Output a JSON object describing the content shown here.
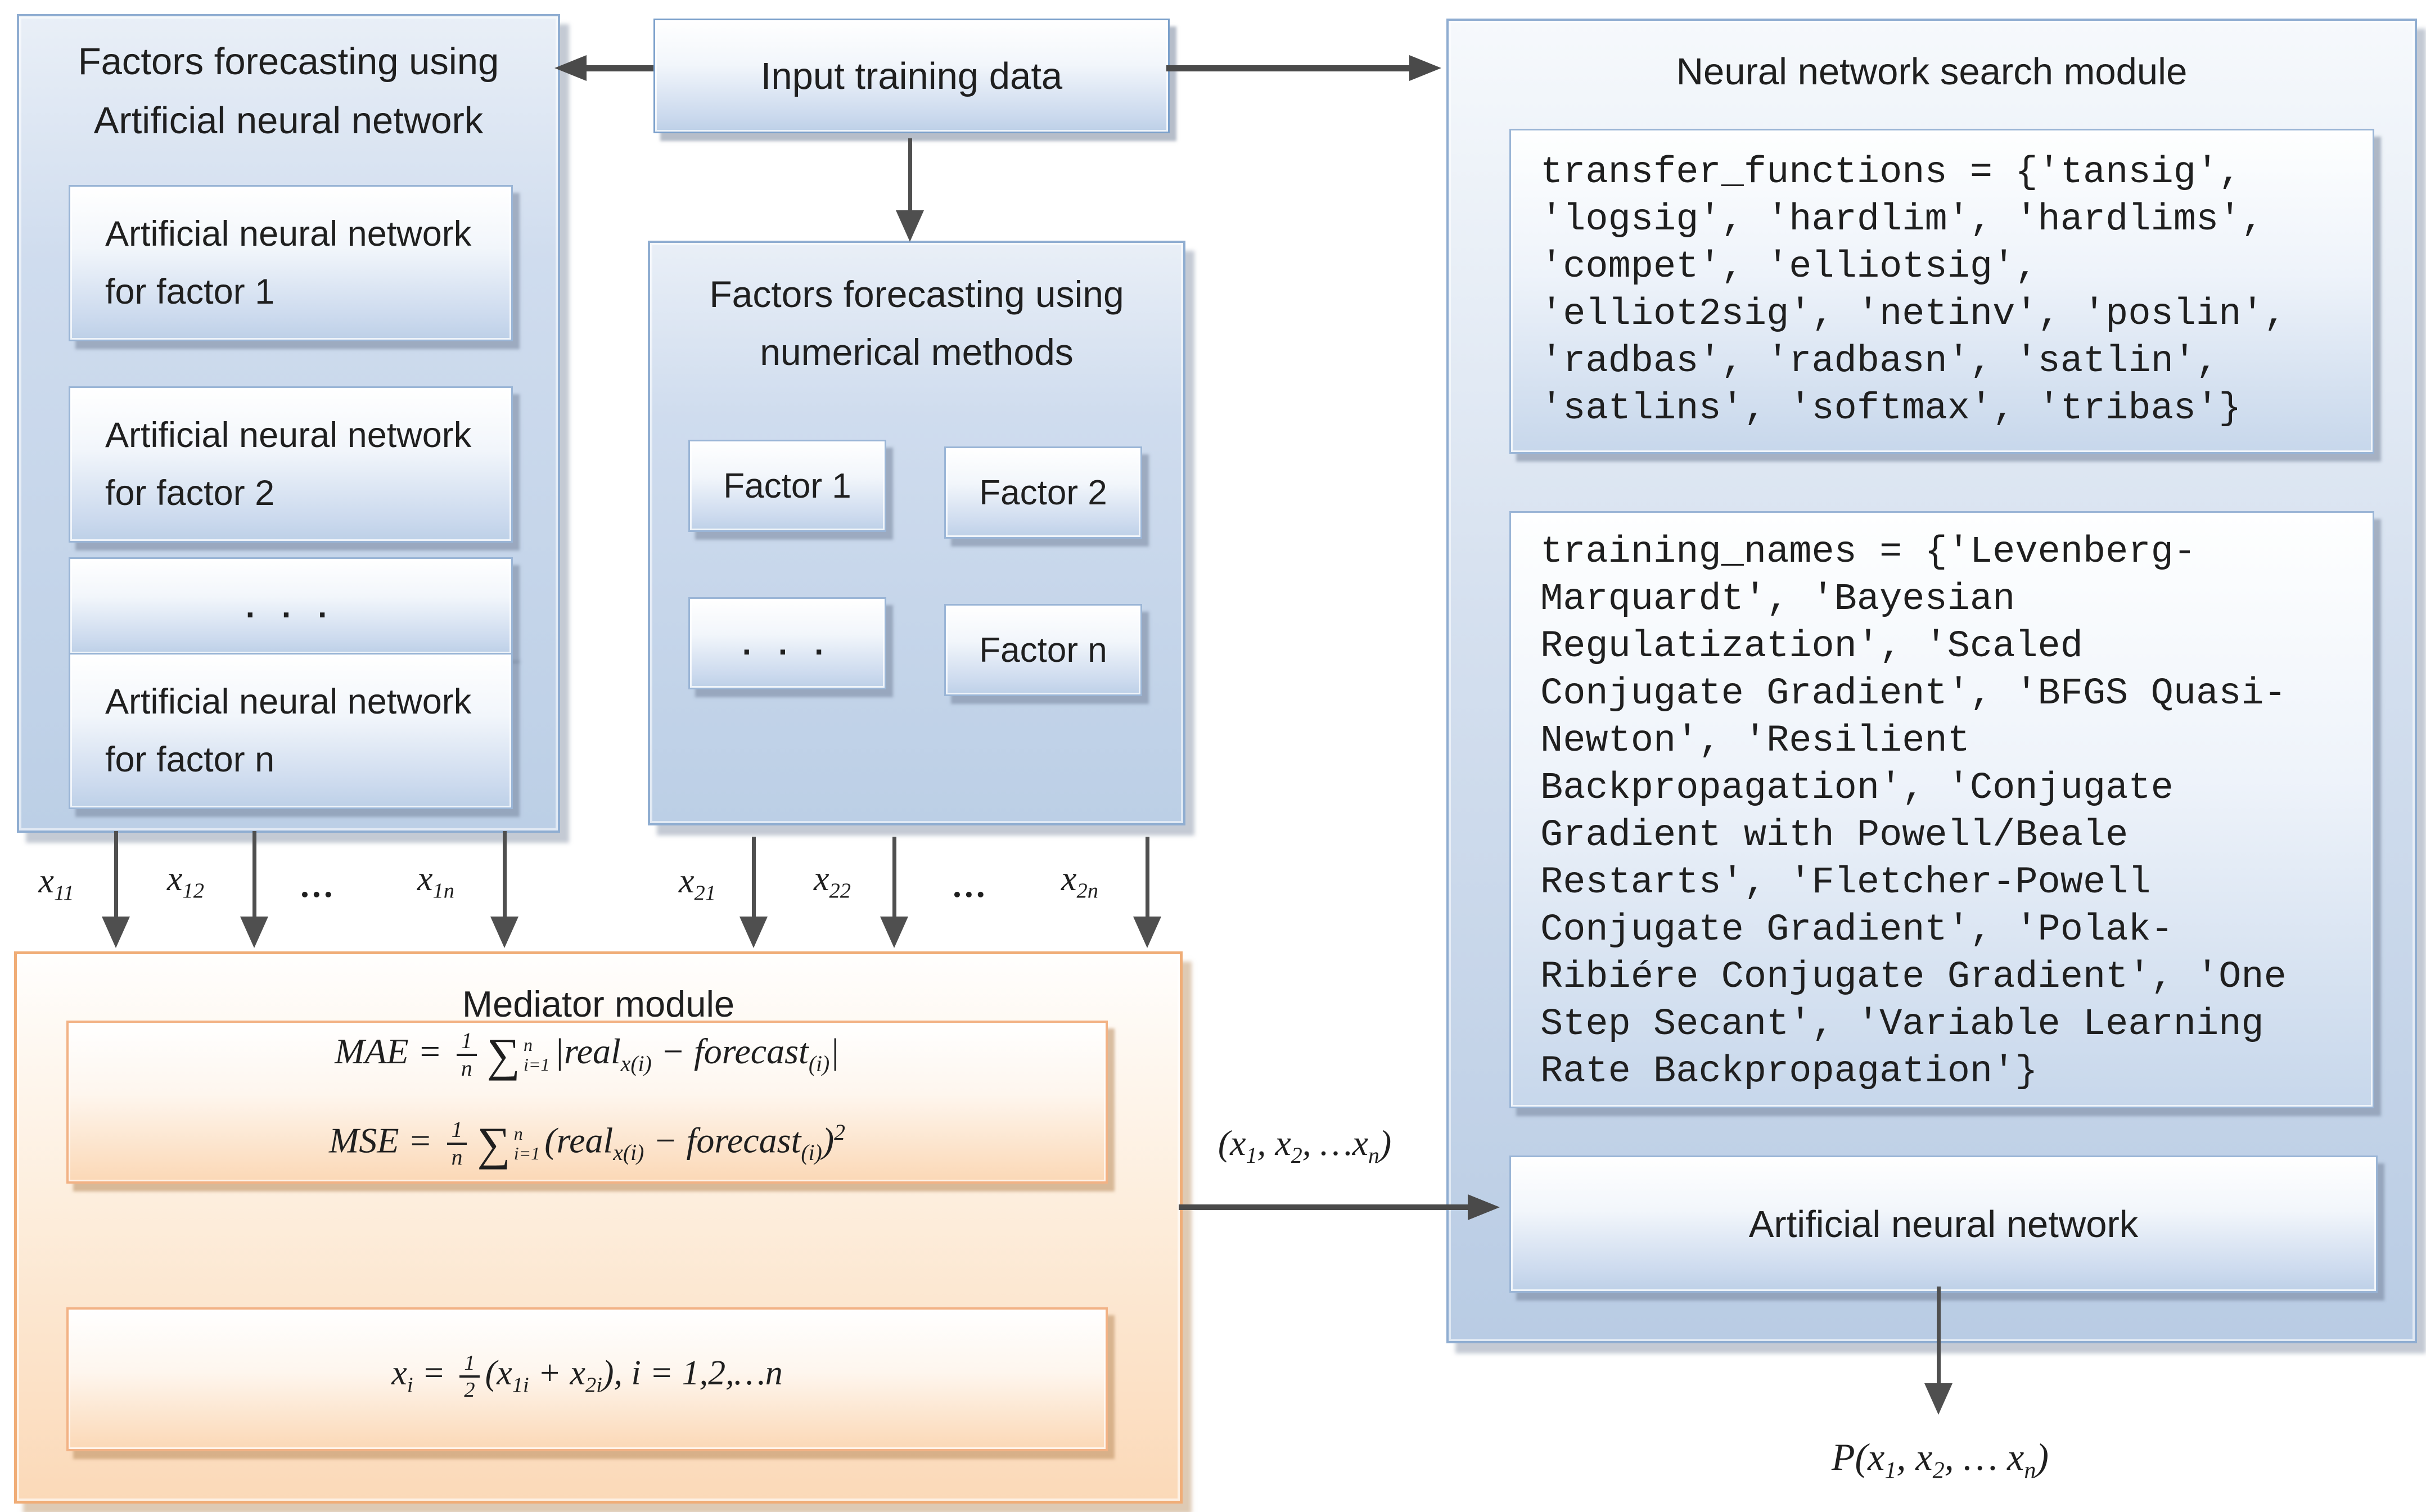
{
  "left_module": {
    "title_line1": "Factors forecasting using",
    "title_line2": "Artificial neural network",
    "boxes": [
      "Artificial neural network for factor 1",
      "Artificial neural network for factor 2",
      ". . .",
      "Artificial neural network for factor n"
    ]
  },
  "input_box": {
    "label": "Input training data"
  },
  "numeric_module": {
    "title_line1": "Factors forecasting using",
    "title_line2": "numerical methods",
    "boxes": [
      "Factor 1",
      "Factor 2",
      ". . .",
      "Factor n"
    ]
  },
  "search_module": {
    "title": "Neural network search module",
    "transfer_code": "transfer_functions = {'tansig',\n'logsig', 'hardlim', 'hardlims',\n'compet', 'elliotsig',\n'elliot2sig', 'netinv', 'poslin',\n'radbas', 'radbasn', 'satlin',\n'satlins', 'softmax', 'tribas'}",
    "training_code": "training_names = {'Levenberg-\nMarquardt', 'Bayesian\nRegulatization', 'Scaled\nConjugate Gradient', 'BFGS Quasi-\nNewton', 'Resilient\nBackpropagation', 'Conjugate\nGradient with Powell/Beale\nRestarts', 'Fletcher-Powell\nConjugate Gradient', 'Polak-\nRibiére Conjugate Gradient', 'One\nStep Secant', 'Variable Learning\nRate Backpropagation'}",
    "ann_box_label": "Artificial neural network"
  },
  "mediator_module": {
    "title": "Mediator module",
    "mae_html": "MAE = <span class='frac'><span class='num'>1</span><span class='den'>n</span></span><span class='sum'><span class='sigma'>∑</span><span class='lims'><span>n</span><span>i=1</span></span></span>|real<sub>x(i)</sub> − forecast<sub>(i)</sub>|",
    "mse_html": "MSE = <span class='frac'><span class='num'>1</span><span class='den'>n</span></span><span class='sum'><span class='sigma'>∑</span><span class='lims'><span>n</span><span>i=1</span></span></span>(real<sub>x(i)</sub> − forecast<sub>(i)</sub>)<sup>2</sup>",
    "avg_html": "x<sub>i</sub> = <span class='frac'><span class='num'>1</span><span class='den'>2</span></span>(x<sub>1i</sub> + x<sub>2i</sub>), i = 1,2,…n"
  },
  "edge_labels": {
    "x11_html": "x<sub>11</sub>",
    "x12_html": "x<sub>12</sub>",
    "dots1": "…",
    "x1n_html": "x<sub>1n</sub>",
    "x21_html": "x<sub>21</sub>",
    "x22_html": "x<sub>22</sub>",
    "dots2": "…",
    "x2n_html": "x<sub>2n</sub>",
    "vector_html": "(x<sub>1</sub>, x<sub>2</sub>, …x<sub>n</sub>)",
    "output_html": "P(x<sub>1</sub>, x<sub>2</sub>, … x<sub>n</sub>)"
  },
  "colors": {
    "module_blue_border": "#8fadd1",
    "module_blue_fill": "#c6d5e9",
    "inner_box_border": "#9ab5d6",
    "inner_box_fill_bottom": "#bdd0e7",
    "mediator_border": "#f0ad77",
    "mediator_fill_bottom": "#fbd9b8",
    "arrow": "#4a4a4a",
    "text": "#1f1f1f",
    "background": "#ffffff"
  }
}
